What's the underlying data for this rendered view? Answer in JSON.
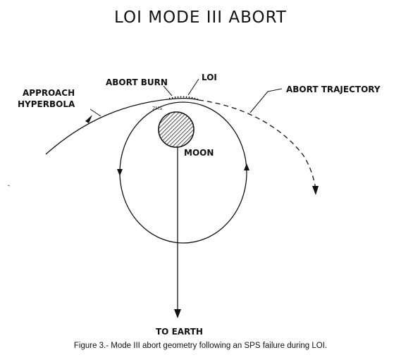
{
  "title": "LOI MODE III ABORT",
  "labels": {
    "approach_1": "APPROACH",
    "approach_2": "HYPERBOLA",
    "abort_burn": "ABORT BURN",
    "loi": "LOI",
    "abort_trajectory": "ABORT TRAJECTORY",
    "moon": "MOON",
    "to_earth": "TO EARTH",
    "burn_mark": "2HS"
  },
  "caption": "Figure 3.- Mode III abort geometry following an SPS failure during LOI.",
  "colors": {
    "ink": "#111111",
    "moon_hatch": "#222222"
  }
}
